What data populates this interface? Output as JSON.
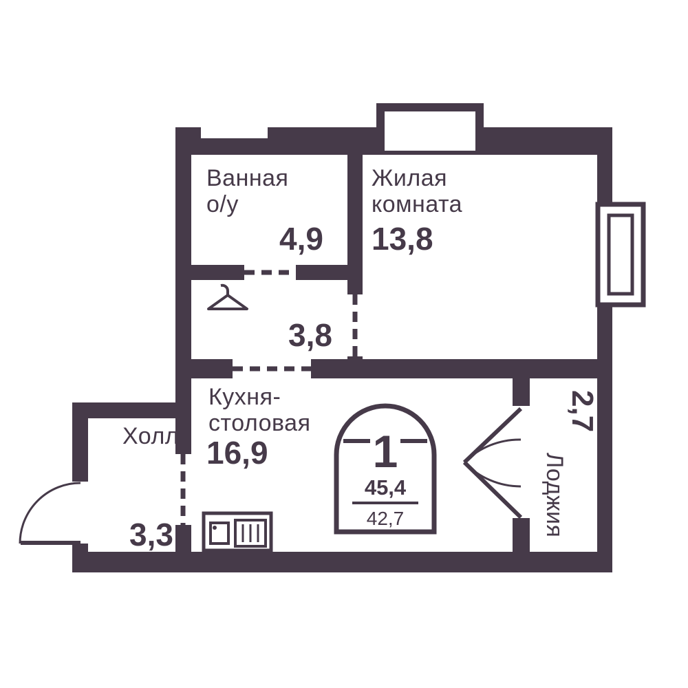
{
  "plan": {
    "badge": {
      "rooms_count": "1",
      "area_total": "45,4",
      "area_living": "42,7"
    },
    "rooms": [
      {
        "key": "bathroom",
        "line1": "Ванная",
        "line2": "о/у",
        "area": "4,9"
      },
      {
        "key": "living-room",
        "line1": "Жилая",
        "line2": "комната",
        "area": "13,8"
      },
      {
        "key": "corridor",
        "area": "3,8"
      },
      {
        "key": "kitchen-dining",
        "line1": "Кухня-",
        "line2": "столовая",
        "area": "16,9"
      },
      {
        "key": "hall",
        "line1": "Холл",
        "area": "3,3"
      },
      {
        "key": "loggia",
        "line1": "Лоджия",
        "area": "2,7"
      }
    ],
    "colors": {
      "walls": "#463a49",
      "background": "#ffffff"
    },
    "icons": {
      "hanger": "hanger-icon",
      "kitchen_unit": "kitchen-unit-icon",
      "entrance_door": "door-swing-icon",
      "balcony_door": "double-door-icon",
      "window": "window-icon"
    }
  }
}
